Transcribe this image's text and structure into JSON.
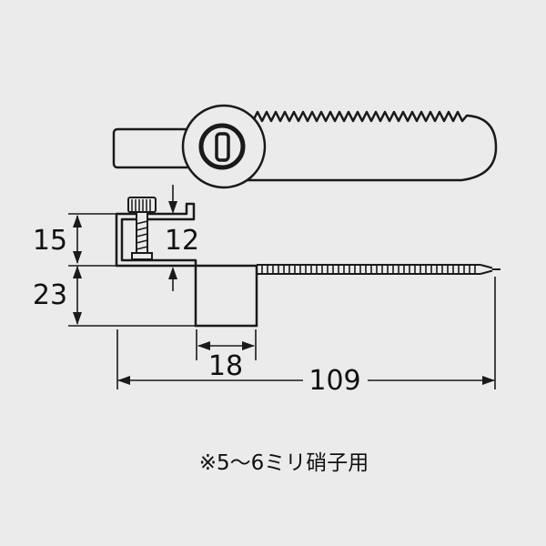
{
  "colors": {
    "background": "#ebebeb",
    "line": "#1a1a1a"
  },
  "caption": "※5〜6ミリ硝子用",
  "dimensions": {
    "clamp_height": "15",
    "body_height": "23",
    "screw_gap": "12",
    "housing_width": "18",
    "overall_length": "109"
  }
}
